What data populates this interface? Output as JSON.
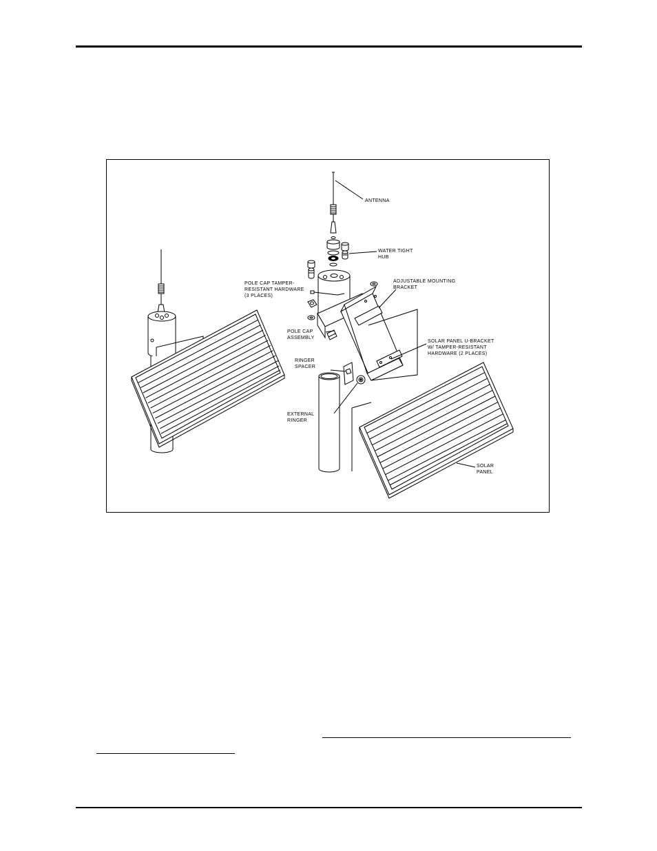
{
  "figure": {
    "labels": {
      "antenna": "ANTENNA",
      "hub_line1": "WATER TIGHT",
      "hub_line2": "HUB",
      "polecap_hw_line1": "POLE CAP TAMPER-",
      "polecap_hw_line2": "RESISTANT HARDWARE",
      "polecap_hw_line3": "(3 PLACES)",
      "adj_line1": "ADJUSTABLE MOUNTING",
      "adj_line2": "BRACKET",
      "polecap_asm_line1": "POLE CAP",
      "polecap_asm_line2": "ASSEMBLY",
      "ubracket_line1": "SOLAR PANEL U-BRACKET",
      "ubracket_line2": "W/ TAMPER-RESISTANT",
      "ubracket_line3": "HARDWARE (2 PLACES)",
      "ringer_spacer_line1": "RINGER",
      "ringer_spacer_line2": "SPACER",
      "ext_ringer_line1": "EXTERNAL",
      "ext_ringer_line2": "RINGER",
      "solar_panel_line1": "SOLAR",
      "solar_panel_line2": "PANEL"
    }
  }
}
